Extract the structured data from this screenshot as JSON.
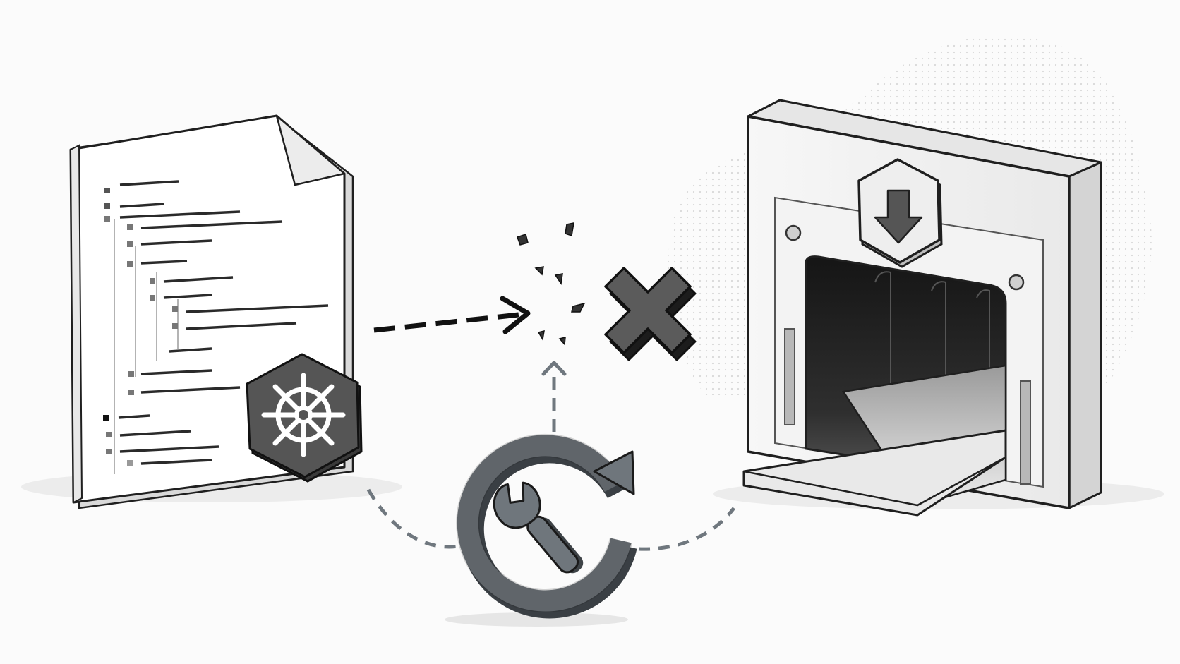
{
  "diagram": {
    "kind": "illustration",
    "colors": {
      "background": "#fbfbfb",
      "outline": "#1f1f1f",
      "dark_fill": "#4a4a4a",
      "mid_fill": "#6b7075",
      "light_fill": "#f2f2f2",
      "dash_gray": "#6f777e"
    },
    "nodes": [
      {
        "id": "manifest",
        "icon": "yaml-document-icon",
        "badge": "helm-wheel-icon"
      },
      {
        "id": "broken",
        "icon": "shattered-fragments-icon"
      },
      {
        "id": "rejected",
        "icon": "red-x-icon"
      },
      {
        "id": "registry",
        "icon": "container-gateway-icon",
        "badge": "download-arrow-icon"
      },
      {
        "id": "repair",
        "icon": "wrench-refresh-icon"
      }
    ],
    "edges": [
      {
        "from": "manifest",
        "to": "broken",
        "style": "dashed-arrow"
      },
      {
        "from": "repair",
        "to": "broken",
        "style": "dashed-arrow"
      },
      {
        "from": "manifest",
        "to": "repair",
        "style": "dashed-curve"
      },
      {
        "from": "repair",
        "to": "registry",
        "style": "dashed-curve"
      }
    ]
  }
}
